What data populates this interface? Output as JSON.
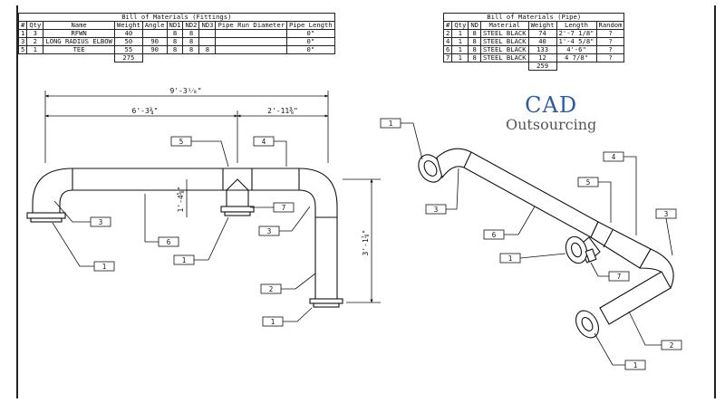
{
  "fittings_bom": {
    "title": "Bill of Materials (Fittings)",
    "headers": [
      "#",
      "Qty",
      "Name",
      "Weight",
      "Angle",
      "ND1",
      "ND2",
      "ND3",
      "Pipe Run Diameter",
      "Pipe Length"
    ],
    "rows": [
      [
        "1",
        "3",
        "RFWN",
        "40",
        "",
        "8",
        "8",
        "",
        "",
        "0\""
      ],
      [
        "3",
        "2",
        "LONG RADIUS ELBOW",
        "50",
        "90",
        "8",
        "8",
        "",
        "",
        "0\""
      ],
      [
        "5",
        "1",
        "TEE",
        "55",
        "90",
        "8",
        "8",
        "8",
        "",
        "0\""
      ]
    ],
    "total_weight": "275"
  },
  "pipe_bom": {
    "title": "Bill of Materials (Pipe)",
    "headers": [
      "#",
      "Qty",
      "ND",
      "Material",
      "Weight",
      "Length",
      "Random"
    ],
    "rows": [
      [
        "2",
        "1",
        "8",
        "STEEL BLACK",
        "74",
        "2'-7 1/8\"",
        "?"
      ],
      [
        "4",
        "1",
        "8",
        "STEEL BLACK",
        "40",
        "1'-4 5/8\"",
        "?"
      ],
      [
        "6",
        "1",
        "8",
        "STEEL BLACK",
        "133",
        "4'-6\"",
        "?"
      ],
      [
        "7",
        "1",
        "8",
        "STEEL BLACK",
        "12",
        "4 7/8\"",
        "?"
      ]
    ],
    "total_weight": "259"
  },
  "logo": {
    "line1": "CAD",
    "line2": "Outsourcing",
    "color_primary": "#2a5aa8",
    "color_secondary": "#555555"
  },
  "dimensions": {
    "overall_width": "9'-3¹⁄₈\"",
    "left_span": "6'-3¾\"",
    "right_span": "2'-11⅜\"",
    "tee_drop": "1'-4⅝\"",
    "vertical_leg": "3'-1⅞\""
  },
  "front_view_tags": {
    "t5": "5",
    "t4": "4",
    "t7": "7",
    "t3a": "3",
    "t3b": "3",
    "t6": "6",
    "t1a": "1",
    "t1b": "1",
    "t2": "2",
    "t1c": "1"
  },
  "iso_view_tags": {
    "t1a": "1",
    "t3a": "3",
    "t4": "4",
    "t5": "5",
    "t3b": "3",
    "t6": "6",
    "t1b": "1",
    "t7": "7",
    "t2": "2",
    "t1c": "1"
  }
}
